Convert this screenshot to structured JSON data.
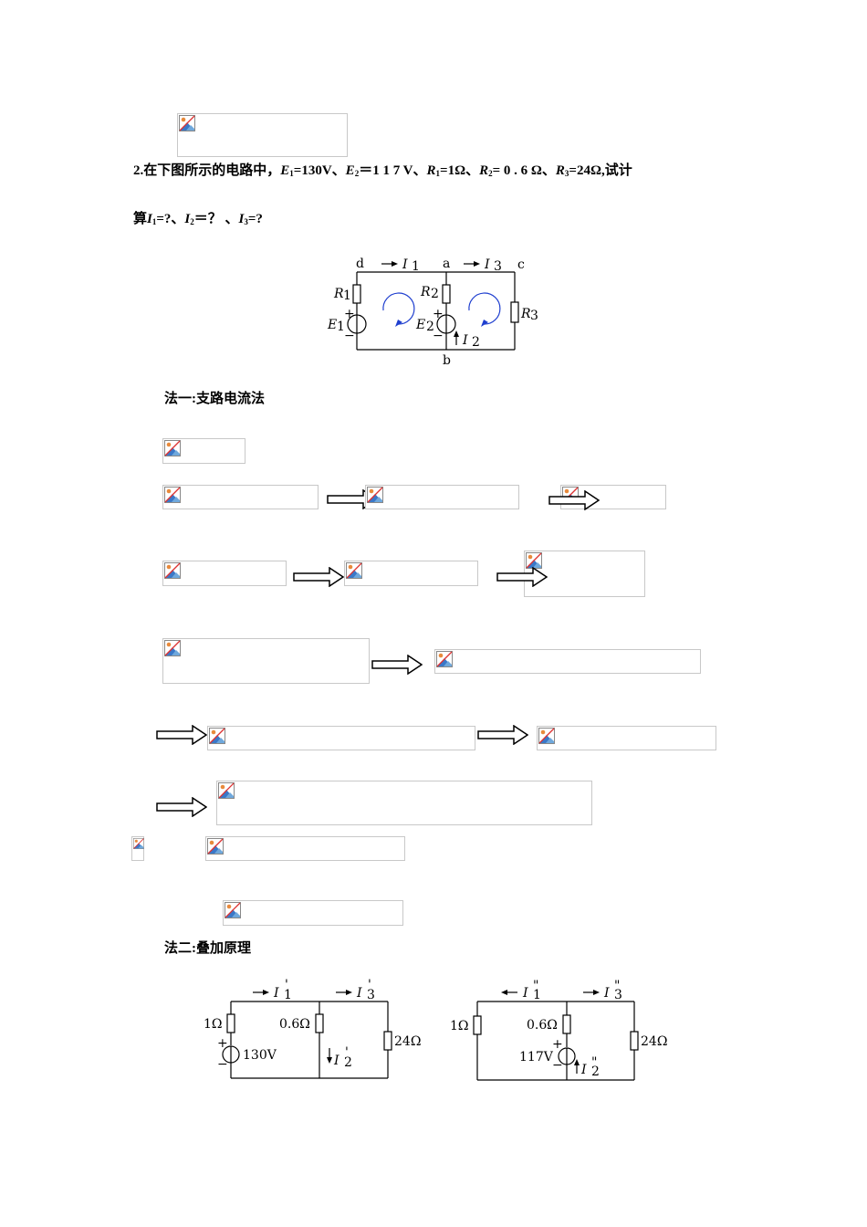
{
  "problem": {
    "line1_prefix": "2.在下图所示的电路中，",
    "e1": "E",
    "e1_sub": "1",
    "e1_val": "=130V、",
    "e2": "E",
    "e2_sub": "2",
    "e2_val": "＝1 1 7 V、",
    "r1": "R",
    "r1_sub": "1",
    "r1_val": "=1Ω、",
    "r2": "R",
    "r2_sub": "2",
    "r2_val": "= 0 . 6 Ω、",
    "r3": "R",
    "r3_sub": "3",
    "r3_val": "=24Ω,试计",
    "line2_prefix": "算",
    "i1": "I",
    "i1_sub": "1",
    "i1_val": "=?、",
    "i2": "I",
    "i2_sub": "2",
    "i2_val": "＝？ 、",
    "i3": "I",
    "i3_sub": "3",
    "i3_val": "=?"
  },
  "circuit1": {
    "node_d": "d",
    "node_a": "a",
    "node_c": "c",
    "node_b": "b",
    "I": "I",
    "one": "1",
    "two": "2",
    "three": "3",
    "R": "R",
    "E": "E",
    "plus": "+",
    "minus": "−"
  },
  "method1_title": "法一:支路电流法",
  "method2_title": "法二:叠加原理",
  "circuit2": {
    "r_left": "1Ω",
    "r_mid": "0.6Ω",
    "r_right": "24Ω",
    "source": "130V",
    "plus": "+",
    "minus": "−",
    "I": "I",
    "i1_sub": "1",
    "i2_sub": "2",
    "i3_sub": "3",
    "prime": "'"
  },
  "circuit3": {
    "r_left": "1Ω",
    "r_mid": "0.6Ω",
    "r_right": "24Ω",
    "source": "117V",
    "plus": "+",
    "minus": "−",
    "I": "I",
    "i1_sub": "1",
    "i2_sub": "2",
    "i3_sub": "3",
    "dprime": "\""
  },
  "colors": {
    "loop_arrow": "#1f3fcf",
    "broken_border": "#c8c8c8"
  },
  "icons": {
    "broken_image": "broken-image-icon",
    "hollow_arrow": "hollow-right-arrow-icon"
  }
}
